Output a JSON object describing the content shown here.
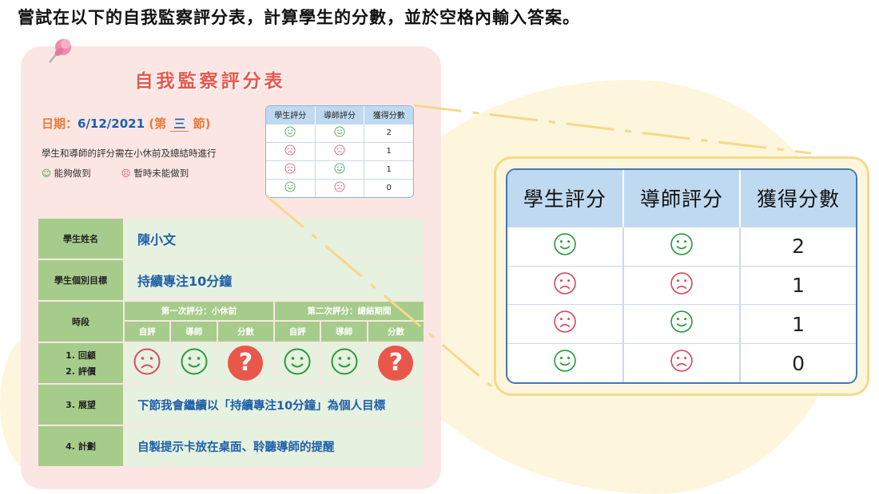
{
  "instruction": "嘗試在以下的自我監察評分表，計算學生的分數，並於空格內輸入答案。",
  "card": {
    "title": "自我監察評分表",
    "date_label": "日期：",
    "date_value": "6/12/2021",
    "session_open": "(第",
    "session_value": "三",
    "session_close": "節)",
    "note": "學生和導師的評分需在小休前及總結時進行",
    "legend_can": "能夠做到",
    "legend_cannot": "暫時未能做到"
  },
  "score_table": {
    "headers": [
      "學生評分",
      "導師評分",
      "獲得分數"
    ],
    "rows": [
      {
        "student": "happy",
        "teacher": "happy",
        "score": "2"
      },
      {
        "student": "sad",
        "teacher": "sad",
        "score": "1"
      },
      {
        "student": "sad",
        "teacher": "happy",
        "score": "1"
      },
      {
        "student": "happy",
        "teacher": "sad",
        "score": "0"
      }
    ]
  },
  "form": {
    "name_label": "學生姓名",
    "name_value": "陳小文",
    "goal_label": "學生個別目標",
    "goal_value": "持續專注10分鐘",
    "period_label": "時段",
    "first_eval": "第一次評分：小休前",
    "second_eval": "第二次評分：總結期間",
    "self_label": "自評",
    "teacher_label": "導師",
    "score_label": "分數",
    "review_label_1": "1. 回顧",
    "review_label_2": "2. 評價",
    "outlook_label": "3. 展望",
    "outlook_value": "下節我會繼續以「持續專注10分鐘」為個人目標",
    "plan_label": "4. 計劃",
    "plan_value": "自製提示卡放在桌面、聆聽導師的提醒",
    "answer_placeholder": "?"
  },
  "colors": {
    "happy": "#2c9a3c",
    "sad": "#d74c5c",
    "title": "#e9574b",
    "accent_blue": "#1d5fa8",
    "green_header": "#a6cc8b"
  },
  "icons": {
    "happy": "smiley-face-icon",
    "sad": "sad-face-icon",
    "pin": "push-pin-icon"
  }
}
